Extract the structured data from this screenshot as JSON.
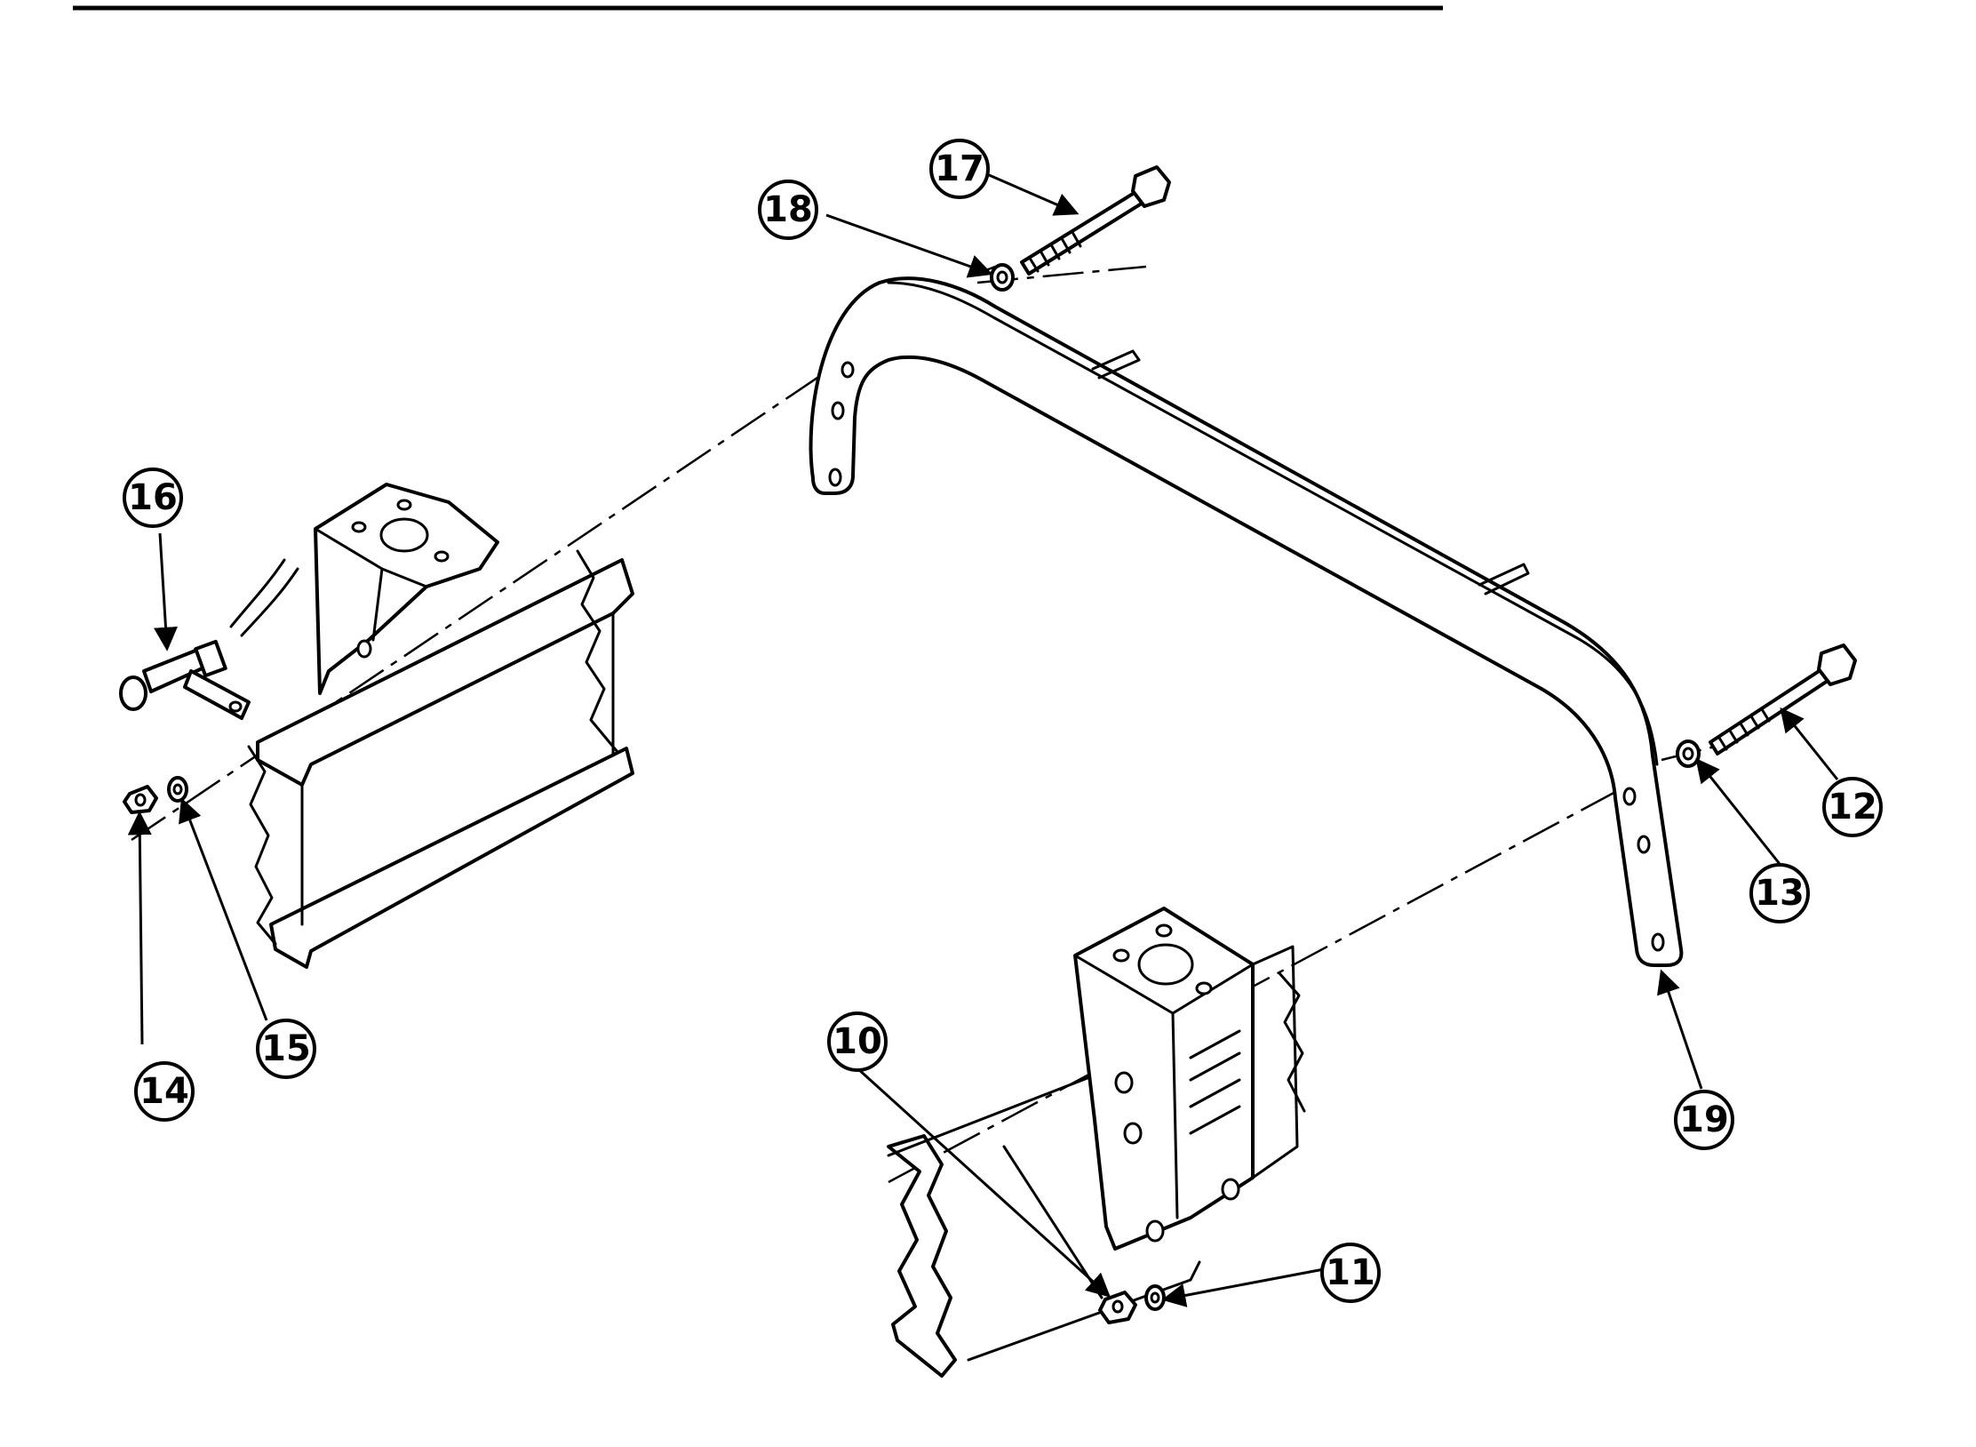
{
  "figure": {
    "callouts": [
      {
        "id": "10",
        "label": "10"
      },
      {
        "id": "11",
        "label": "11"
      },
      {
        "id": "12",
        "label": "12"
      },
      {
        "id": "13",
        "label": "13"
      },
      {
        "id": "14",
        "label": "14"
      },
      {
        "id": "15",
        "label": "15"
      },
      {
        "id": "16",
        "label": "16"
      },
      {
        "id": "17",
        "label": "17"
      },
      {
        "id": "18",
        "label": "18"
      },
      {
        "id": "19",
        "label": "19"
      }
    ]
  },
  "colors": {
    "ink": "#000000",
    "paper": "#ffffff"
  }
}
